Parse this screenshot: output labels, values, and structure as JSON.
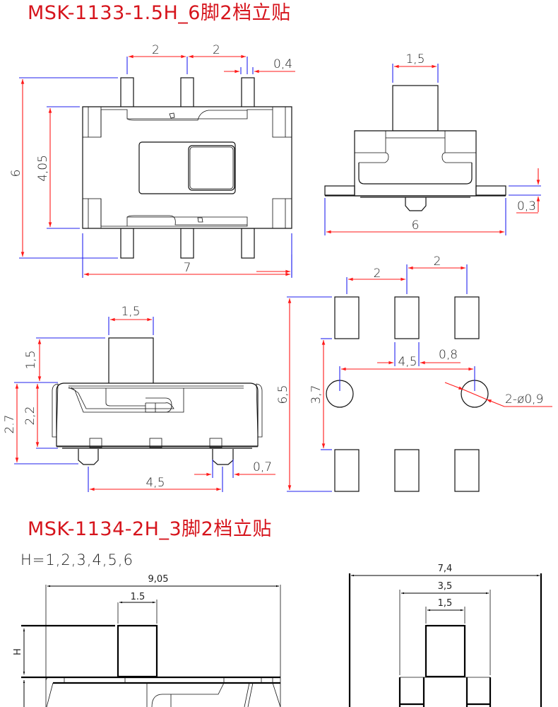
{
  "sections": [
    {
      "title": "MSK-1133-1.5H_6脚2档立贴",
      "views": {
        "top_view": {
          "pin_pitch_1": "2",
          "pin_pitch_2": "2",
          "pin_width": "0,4",
          "overall_height": "6",
          "body_height": "4,05",
          "body_width": "7"
        },
        "end_view": {
          "actuator_width": "1,5",
          "tab_thickness": "0,3",
          "overall_width": "6"
        },
        "side_view": {
          "actuator_width": "1,5",
          "actuator_height": "1,5",
          "overall_height": "2.7",
          "body_height": "2,2",
          "post_spacing": "4,5",
          "post_diameter": "0,7"
        },
        "footprint": {
          "pad_pitch_1": "2",
          "pad_pitch_2": "2",
          "overall_length": "6,5",
          "pad_gap": "3,7",
          "hole_spacing": "4,5",
          "pad_width": "0,8",
          "hole_callout": "2-ø0,9"
        }
      }
    },
    {
      "title": "MSK-1134-2H_3脚2档立贴",
      "height_note": "H=1,2,3,4,5,6",
      "views": {
        "side_view": {
          "overall_width": "9,05",
          "actuator_width": "1.5",
          "actuator_height": "H"
        },
        "end_view": {
          "overall_width": "7,4",
          "housing_width": "3,5",
          "actuator_width": "1,5"
        }
      }
    }
  ],
  "colors": {
    "title": "#d6141c",
    "dimension_line": "#ff1a1a",
    "extension_line": "#2222ee",
    "outline": "#111111"
  }
}
